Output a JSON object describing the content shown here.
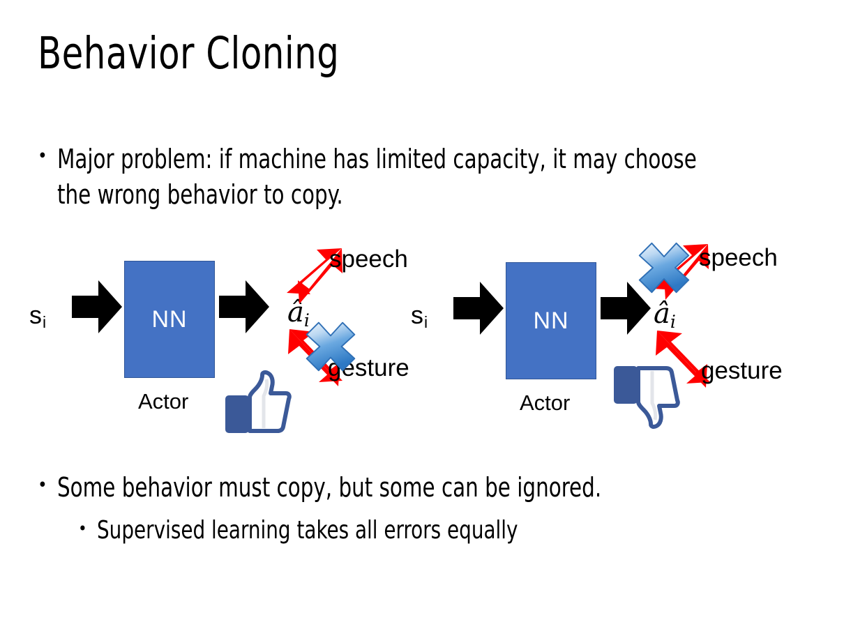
{
  "slide": {
    "title": "Behavior Cloning",
    "background_color": "#FFFFFF",
    "text_color": "#000000"
  },
  "bullets": {
    "bullet_char": "•",
    "top": "Major problem: if machine has limited capacity, it may choose the wrong behavior to copy.",
    "bottom_level1": "Some behavior must copy, but some can be ignored.",
    "bottom_level2": "Supervised learning takes all errors equally"
  },
  "diagrams": [
    {
      "id": "left",
      "input_label": "s",
      "input_subscript": "i",
      "box_label": "NN",
      "box_caption": "Actor",
      "output_label": "â",
      "output_subscript": "i",
      "branches": [
        {
          "name": "speech",
          "label": "speech",
          "crossed_out": false
        },
        {
          "name": "gesture",
          "label": "gesture",
          "crossed_out": true
        }
      ],
      "verdict_icon": "thumbs-up-icon"
    },
    {
      "id": "right",
      "input_label": "s",
      "input_subscript": "i",
      "box_label": "NN",
      "box_caption": "Actor",
      "output_label": "â",
      "output_subscript": "i",
      "branches": [
        {
          "name": "speech",
          "label": "speech",
          "crossed_out": true
        },
        {
          "name": "gesture",
          "label": "gesture",
          "crossed_out": false
        }
      ],
      "verdict_icon": "thumbs-down-icon"
    }
  ],
  "colors": {
    "nn_box_fill": "#4472C4",
    "nn_box_border": "#2F5597",
    "nn_box_text": "#FFFFFF",
    "arrow_black": "#000000",
    "arrow_red": "#FF0000",
    "x_mark_blue": "#5B9BD5",
    "thumb_blue": "#3B5998",
    "thumb_fill": "#FFFFFF"
  }
}
